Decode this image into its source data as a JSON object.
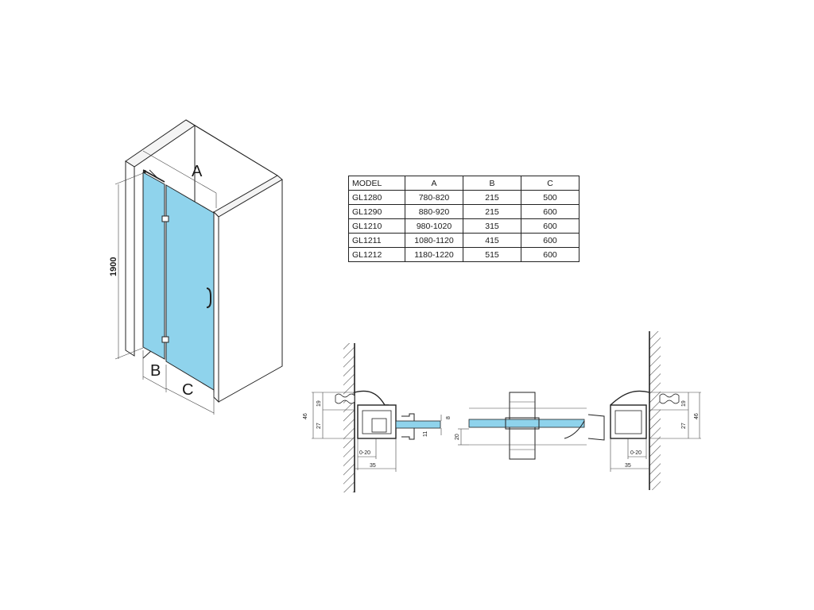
{
  "dimension_labels": {
    "a": "A",
    "b": "B",
    "c": "C",
    "height": "1900"
  },
  "table": {
    "headers": [
      "MODEL",
      "A",
      "B",
      "C"
    ],
    "rows": [
      [
        "GL1280",
        "780-820",
        "215",
        "500"
      ],
      [
        "GL1290",
        "880-920",
        "215",
        "600"
      ],
      [
        "GL1210",
        "980-1020",
        "315",
        "600"
      ],
      [
        "GL1211",
        "1080-1120",
        "415",
        "600"
      ],
      [
        "GL1212",
        "1180-1220",
        "515",
        "600"
      ]
    ]
  },
  "section_labels": {
    "left": {
      "h46": "46",
      "h19": "19",
      "h27": "27",
      "adj": "0-20",
      "w35": "35",
      "w8": "8",
      "w11": "11"
    },
    "middle": {
      "h20": "20"
    },
    "right": {
      "h46": "46",
      "h19": "19",
      "h27": "27",
      "adj": "0-20",
      "w35": "35"
    }
  },
  "colors": {
    "glass": "#8fd3ec",
    "line": "#222222",
    "wall_hatch": "#555555"
  }
}
